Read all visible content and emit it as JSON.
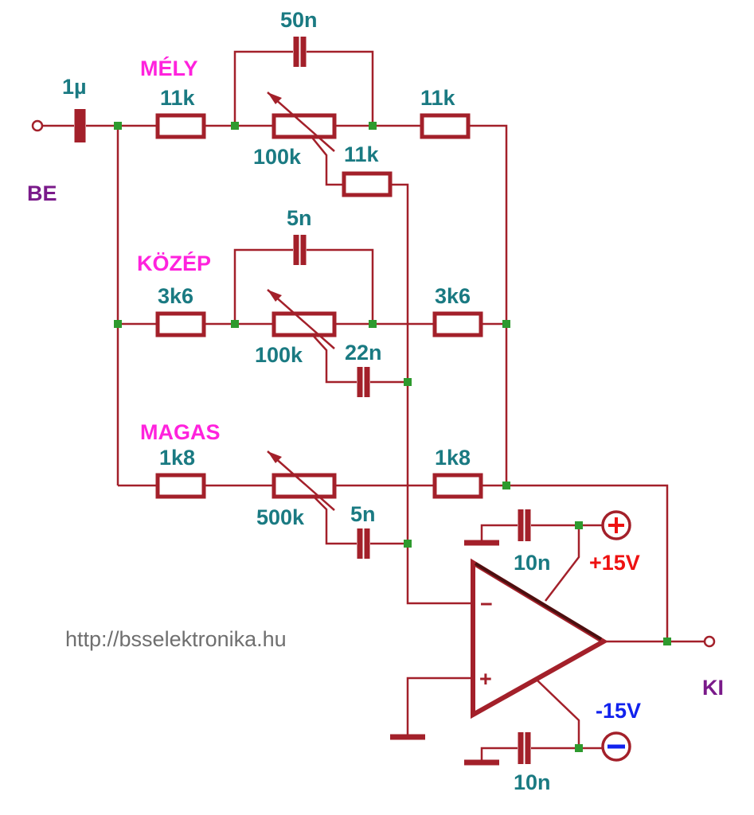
{
  "labels": {
    "input": "BE",
    "output": "KI",
    "bass": "MÉLY",
    "mid": "KÖZÉP",
    "treble": "MAGAS",
    "url": "http://bsselektronika.hu",
    "supply_pos": "+15V",
    "supply_neg": "-15V",
    "opamp_minus": "−",
    "opamp_plus": "+"
  },
  "components": {
    "c_in": "1µ",
    "r_bass_in": "11k",
    "c_bass": "50n",
    "p_bass": "100k",
    "r_bass_out": "11k",
    "r_bass_wiper": "11k",
    "c_mid_bridge": "5n",
    "r_mid_in": "3k6",
    "p_mid": "100k",
    "r_mid_out": "3k6",
    "c_mid_wiper": "22n",
    "r_tre_in": "1k8",
    "p_tre": "500k",
    "r_tre_out": "1k8",
    "c_tre_wiper": "5n",
    "c_dec_pos": "10n",
    "c_dec_neg": "10n"
  },
  "colors": {
    "wire": "#a3202a",
    "node": "#2e9a2e",
    "value_text": "#1a7a82",
    "section_text": "#ff22dd",
    "io_text": "#7a1a8a",
    "pos_text": "#ee1111",
    "neg_text": "#1122ee"
  }
}
